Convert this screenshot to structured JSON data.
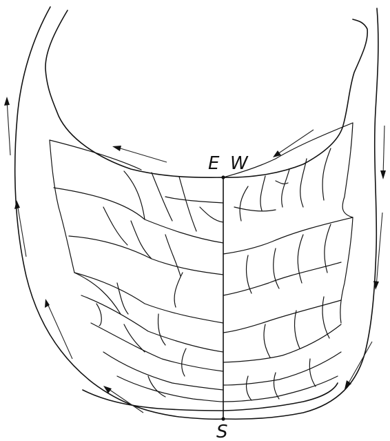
{
  "labels": {
    "east": "E",
    "west": "W",
    "south": "S"
  }
}
